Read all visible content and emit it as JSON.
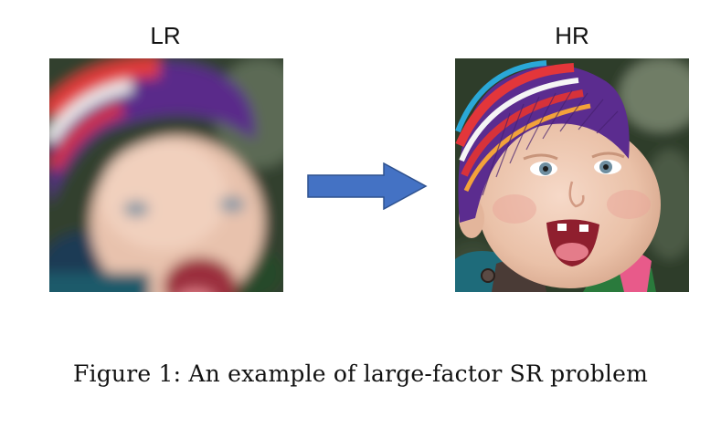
{
  "figure": {
    "left_label": "LR",
    "right_label": "HR",
    "caption": "Figure 1: An example of large-factor SR problem"
  },
  "colors": {
    "arrow_fill": "#4472c4",
    "arrow_stroke": "#2f528f"
  }
}
